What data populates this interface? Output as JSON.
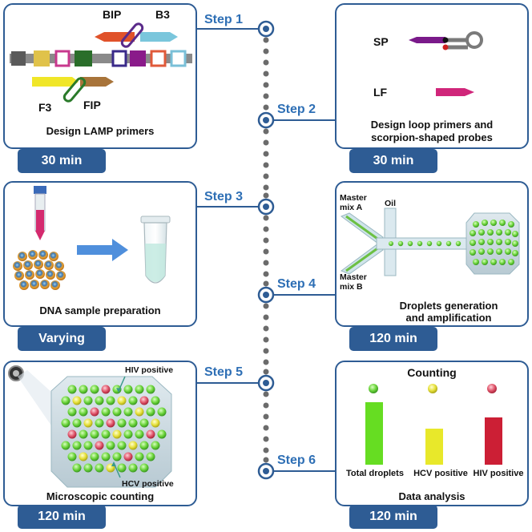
{
  "steps": [
    "Step 1",
    "Step 2",
    "Step 3",
    "Step 4",
    "Step 5",
    "Step 6"
  ],
  "panel1": {
    "caption": "Design LAMP primers",
    "time": "30 min",
    "bip": "BIP",
    "b3": "B3",
    "f3": "F3",
    "fip": "FIP"
  },
  "panel2": {
    "caption_line1": "Design loop primers and",
    "caption_line2": "scorpion-shaped probes",
    "time": "30 min",
    "sp": "SP",
    "lf": "LF"
  },
  "panel3": {
    "caption": "DNA sample preparation",
    "time": "Varying"
  },
  "panel4": {
    "caption_line1": "Droplets generation",
    "caption_line2": "and amplification",
    "time": "120 min",
    "mixA_line1": "Master",
    "mixA_line2": "mix A",
    "oil": "Oil",
    "mixB_line1": "Master",
    "mixB_line2": "mix B"
  },
  "panel5": {
    "caption": "Microscopic counting",
    "time": "120 min",
    "hiv": "HIV positive",
    "hcv": "HCV positive"
  },
  "panel6": {
    "title": "Counting",
    "caption": "Data analysis",
    "time": "120 min",
    "bar_labels": [
      "Total droplets",
      "HCV positive",
      "HIV positive"
    ],
    "colors": {
      "total": "#66dd22",
      "hcv": "#e8e82a",
      "hiv": "#cc1f35"
    }
  },
  "colors": {
    "accent": "#2e5c94",
    "step_text": "#2e6fb5"
  }
}
